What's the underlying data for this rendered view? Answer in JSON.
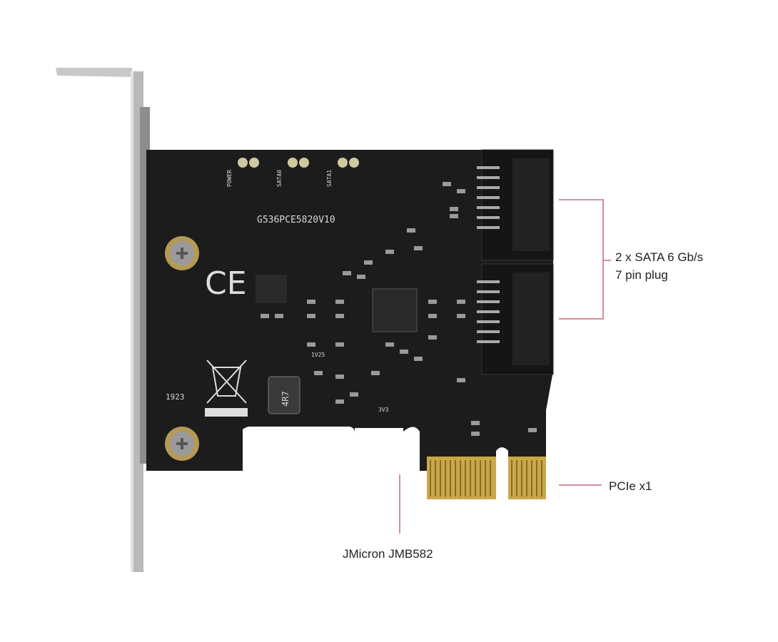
{
  "callouts": {
    "sata": {
      "line1": "2 x SATA 6 Gb/s",
      "line2": "7 pin plug"
    },
    "pcie": "PCIe x1",
    "controller": "JMicron JMB582"
  },
  "pcb_markings": {
    "model": "G536PCE5820V10",
    "led_labels": [
      "POWER",
      "SATA0",
      "SATA1"
    ],
    "date_code": "1923",
    "inductor": "4R7",
    "v33": "3V3",
    "v125": "1V25"
  },
  "colors": {
    "callout_line": "#c86a7c",
    "pcb": "#1c1c1c",
    "gold": "#c9a84a"
  }
}
